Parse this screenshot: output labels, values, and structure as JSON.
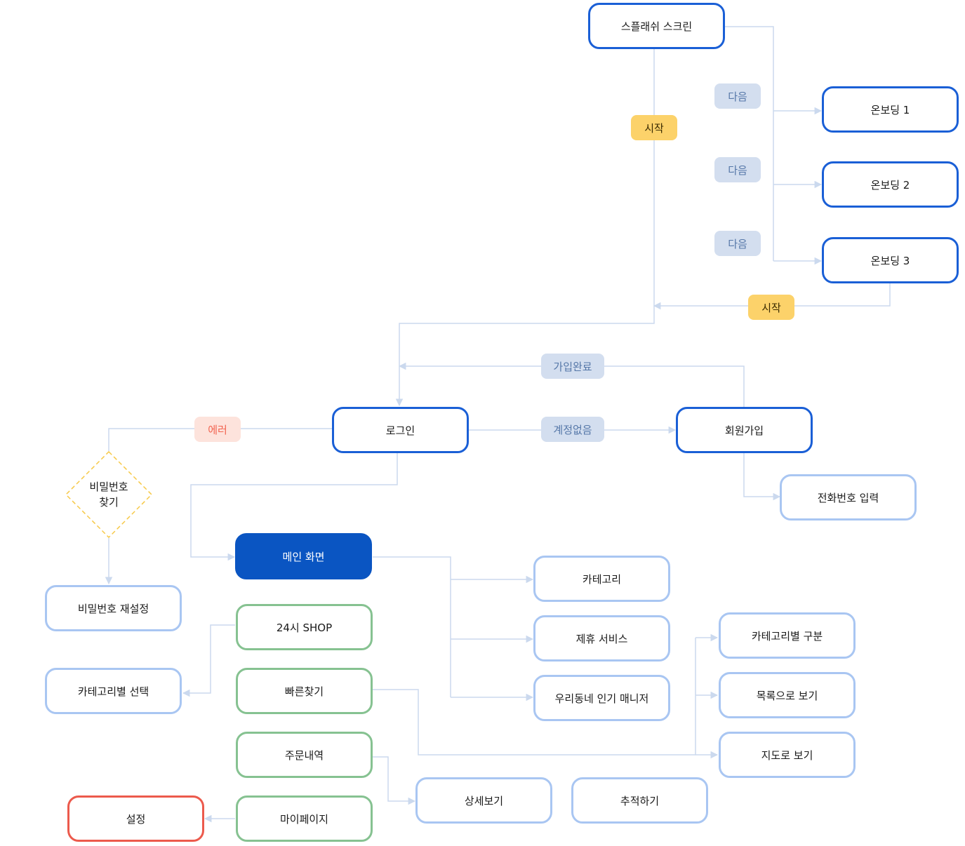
{
  "nodes": {
    "splash": "스플래쉬 스크린",
    "onboarding1": "온보딩 1",
    "onboarding2": "온보딩 2",
    "onboarding3": "온보딩 3",
    "login": "로그인",
    "signup": "회원가입",
    "phone_input": "전화번호 입력",
    "find_password": "비밀번호\n찾기",
    "reset_password": "비밀번호 재설정",
    "main": "메인 화면",
    "category": "카테고리",
    "partner_service": "제휴 서비스",
    "popular_manager": "우리동네 인기 매니저",
    "shop24": "24시 SHOP",
    "quick_find": "빠른찾기",
    "order_history": "주문내역",
    "mypage": "마이페이지",
    "category_select": "카테고리별 선택",
    "settings": "설정",
    "category_division": "카테고리별 구분",
    "list_view": "목록으로 보기",
    "map_view": "지도로 보기",
    "detail_view": "상세보기",
    "tracking": "추적하기"
  },
  "edge_labels": {
    "next1": "다음",
    "next2": "다음",
    "next3": "다음",
    "start1": "시작",
    "start2": "시작",
    "signup_done": "가입완료",
    "no_account": "계정없음",
    "error": "에러"
  },
  "colors": {
    "edge": "#cbd9ee",
    "primary_border": "#1a5fd6",
    "light_border": "#a9c6f2",
    "green_border": "#86c291",
    "red_border": "#ec5a4c",
    "filled_node": "#0a55c2",
    "diamond_border": "#f7c948"
  }
}
